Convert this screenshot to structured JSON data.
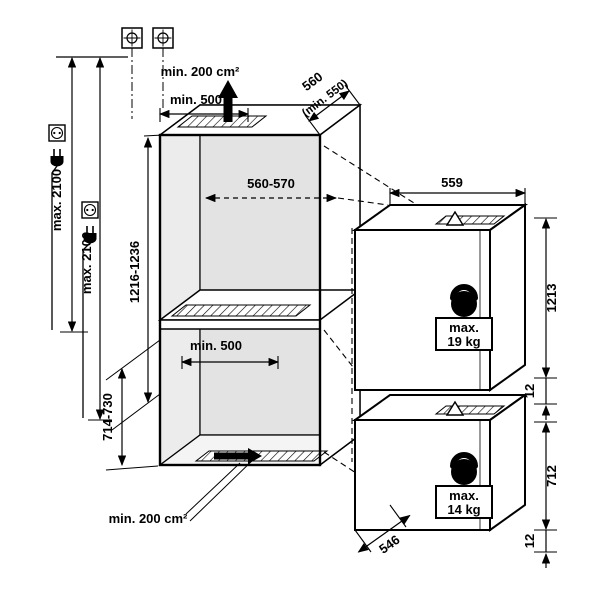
{
  "labels": {
    "top_vent_area": "min. 200 cm²",
    "top_clearance": "min. 500",
    "niche_depth": "560",
    "niche_depth_min": "(min. 550)",
    "interior_width": "560-570",
    "upper_niche_height": "1216-1236",
    "mid_clearance": "min. 500",
    "lower_niche_height": "714-730",
    "bottom_vent_area": "min. 200 cm²",
    "socket_height_left": "max. 2100",
    "socket_height_right": "max. 2100"
  },
  "upper_unit": {
    "width": "559",
    "height": "1213",
    "gap": "12",
    "weight_label": "max.",
    "weight_value": "19 kg"
  },
  "lower_unit": {
    "height": "712",
    "gap": "12",
    "depth": "546",
    "weight_label": "max.",
    "weight_value": "14 kg"
  }
}
